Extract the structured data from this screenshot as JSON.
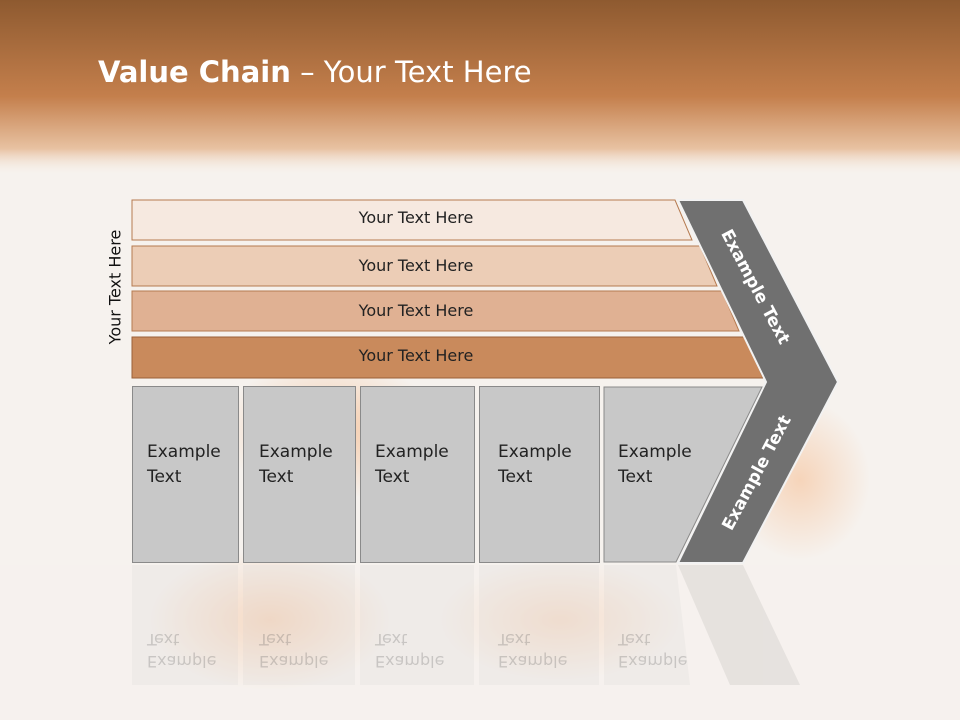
{
  "title": {
    "bold": "Value Chain",
    "rest": " – Your Text Here"
  },
  "side_label": "Your Text Here",
  "bars": [
    "Your Text Here",
    "Your Text Here",
    "Your Text Here",
    "Your Text Here"
  ],
  "boxes": [
    {
      "line1": "Example",
      "line2": "Text"
    },
    {
      "line1": "Example",
      "line2": "Text"
    },
    {
      "line1": "Example",
      "line2": "Text"
    },
    {
      "line1": "Example",
      "line2": "Text"
    },
    {
      "line1": "Example",
      "line2": "Text"
    }
  ],
  "arrow": {
    "upper": "Example Text",
    "lower": "Example Text"
  },
  "colors": {
    "header": "#b8703f",
    "bar1": "#f6e9e0",
    "bar2": "#eccdb6",
    "bar3": "#e0b193",
    "bar4": "#c98a5c",
    "arrow": "#707070",
    "box": "#c8c8c8"
  }
}
